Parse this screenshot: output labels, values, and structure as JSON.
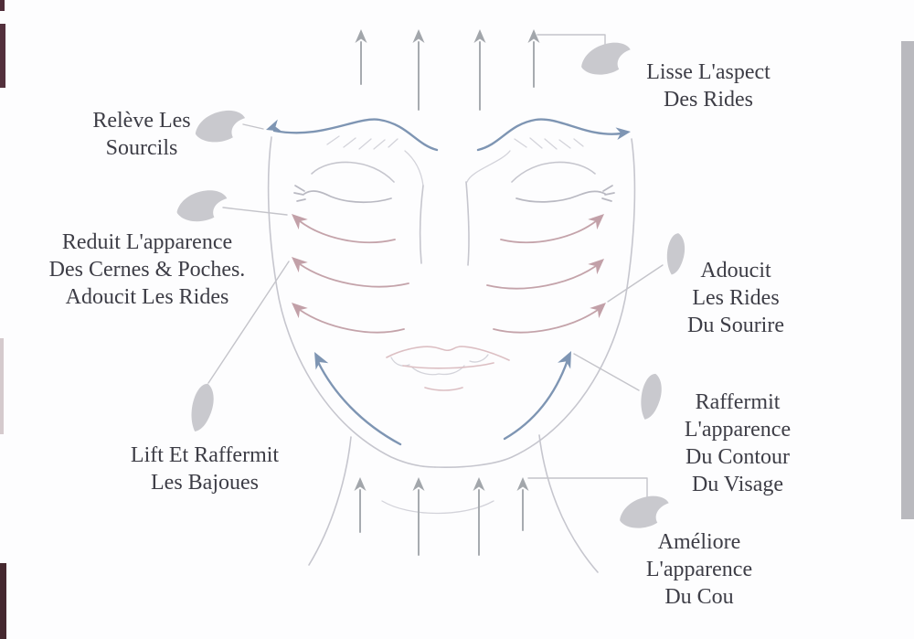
{
  "diagram": {
    "subject": "gua-sha-facial-massage-direction-map",
    "labels": {
      "releve": {
        "lines": [
          "Relève Les",
          "Sourcils"
        ]
      },
      "lisse": {
        "lines": [
          "Lisse L'aspect",
          "Des Rides"
        ]
      },
      "reduit": {
        "lines": [
          "Reduit L'apparence",
          "Des Cernes & Poches.",
          "Adoucit Les Rides"
        ]
      },
      "adoucit": {
        "lines": [
          "Adoucit",
          "Les Rides",
          "Du Sourire"
        ]
      },
      "raffermit": {
        "lines": [
          "Raffermit",
          "L'apparence",
          "Du Contour",
          "Du Visage"
        ]
      },
      "lift": {
        "lines": [
          "Lift Et Raffermit",
          "Les Bajoues"
        ]
      },
      "ameliore": {
        "lines": [
          "Améliore",
          "L'apparence",
          "Du Cou"
        ]
      }
    },
    "icons": {
      "gua_sha_tool_count": 7,
      "names": [
        "gua-sha-tool-icon-releve",
        "gua-sha-tool-icon-lisse",
        "gua-sha-tool-icon-reduit",
        "gua-sha-tool-icon-adoucit",
        "gua-sha-tool-icon-raffermit",
        "gua-sha-tool-icon-lift",
        "gua-sha-tool-icon-ameliore"
      ]
    },
    "arrows": {
      "top_of_head": {
        "count": 4,
        "direction": "up",
        "color": "#a7abb0"
      },
      "neck": {
        "count": 4,
        "direction": "up",
        "color": "#a7abb0"
      },
      "eyebrows": {
        "count": 2,
        "direction": "outward",
        "color": "#7e95b3"
      },
      "cheeks": {
        "count": 6,
        "direction": "outward-upward",
        "color": "#c4a3aa"
      },
      "jawline": {
        "count": 2,
        "direction": "upward-outward",
        "color": "#7e95b3"
      }
    },
    "colors": {
      "background": "#fdfdfe",
      "text": "#3d3d46",
      "face_lines": "#c6c6ce",
      "lips": "#dcbfc3",
      "gua_sha_tool": "#c9c9ce",
      "connector": "#c4c4ca",
      "right_edge_bar": "#b9b9be",
      "left_edge_mark": "#4f2c38"
    }
  }
}
